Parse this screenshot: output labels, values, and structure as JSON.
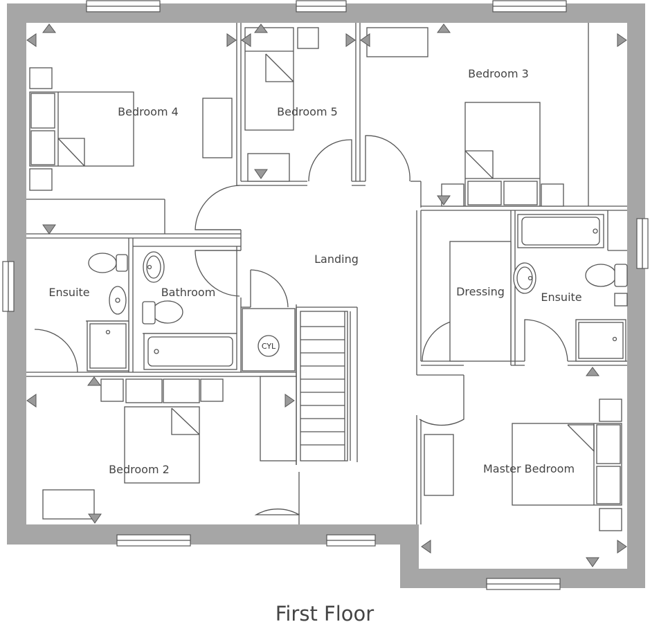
{
  "plan": {
    "title": "First Floor",
    "rooms": {
      "bedroom4": "Bedroom 4",
      "bedroom5": "Bedroom 5",
      "bedroom3": "Bedroom 3",
      "ensuite_left": "Ensuite",
      "bathroom": "Bathroom",
      "landing": "Landing",
      "dressing": "Dressing",
      "ensuite_right": "Ensuite",
      "bedroom2": "Bedroom 2",
      "master_bedroom": "Master Bedroom"
    },
    "cylinder_label": "CYL"
  },
  "colors": {
    "wall": "#a6a6a6",
    "line": "#555555",
    "arrow": "#9a9a9a",
    "text": "#444444"
  }
}
